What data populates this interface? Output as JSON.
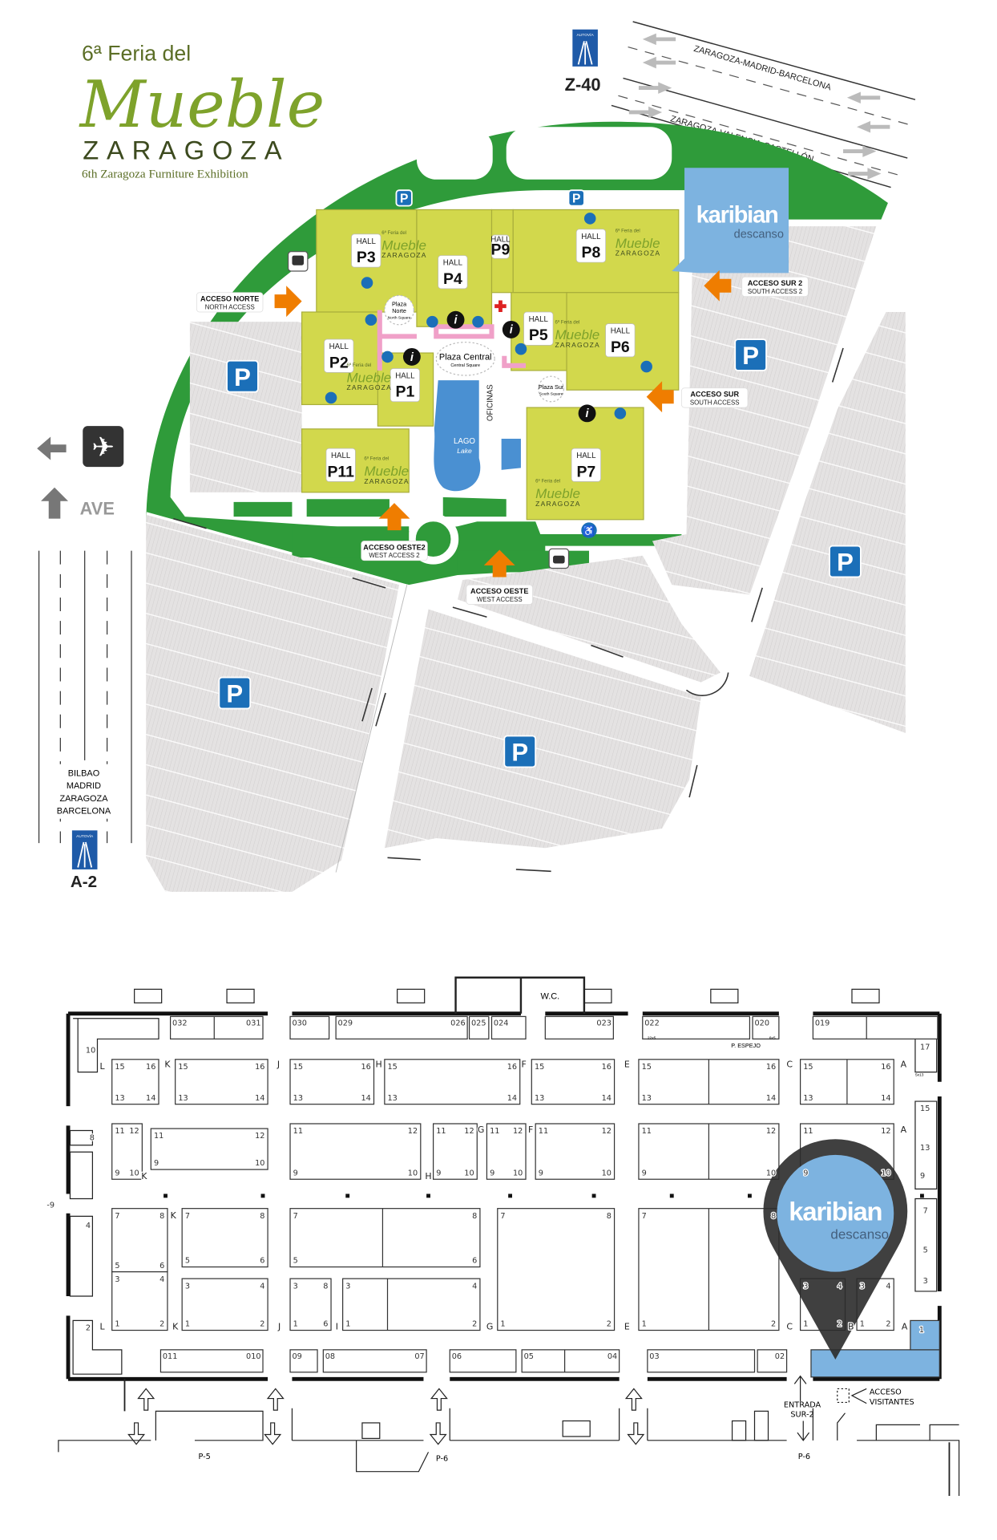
{
  "logo": {
    "line1": "6ª Feria del",
    "script": "Mueble",
    "city": "ZARAGOZA",
    "subtitle": "6th Zaragoza Furniture Exhibition"
  },
  "roads": {
    "z40_badge": "AUTOVÍA",
    "z40": "Z-40",
    "north_carriageway": "ZARAGOZA-MADRID-BARCELONA",
    "south_carriageway": "ZARAGOZA-VALENCIA-CASTELLÓN",
    "a2_destinations": [
      "BILBAO",
      "MADRID",
      "ZARAGOZA",
      "BARCELONA"
    ],
    "a2_badge": "AUTOVÍA",
    "a2": "A-2"
  },
  "transport": {
    "ave": "AVE"
  },
  "parking_label": "P",
  "hall_word": "HALL",
  "halls": [
    "P3",
    "P4",
    "P9",
    "P8",
    "P2",
    "P1",
    "P11",
    "P5",
    "P6",
    "P7"
  ],
  "hall_logo": {
    "line1": "6ª Feria del",
    "script": "Mueble",
    "city": "ZARAGOZA"
  },
  "accesses": [
    {
      "es": "ACCESO NORTE",
      "en": "NORTH ACCESS"
    },
    {
      "es": "ACCESO SUR 2",
      "en": "SOUTH ACCESS 2"
    },
    {
      "es": "ACCESO SUR",
      "en": "SOUTH ACCESS"
    },
    {
      "es": "ACCESO OESTE2",
      "en": "WEST ACCESS 2"
    },
    {
      "es": "ACCESO OESTE",
      "en": "WEST ACCESS"
    }
  ],
  "places": {
    "plaza_norte": [
      "Plaza",
      "Norte",
      "North Square"
    ],
    "plaza_central": [
      "Plaza Central",
      "Central Square"
    ],
    "plaza_sur": [
      "Plaza Sur",
      "South Square"
    ],
    "offices": "OFICINAS",
    "lake": [
      "LAGO",
      "Lake"
    ],
    "info": "i"
  },
  "sponsor": {
    "brand": "karibian",
    "tagline": "descanso",
    "color": "#7db3e0"
  },
  "colors": {
    "hall": "#d2d84c",
    "green": "#2f9b3a",
    "parking": "#1b6fb8",
    "access_arrow": "#ef7d00",
    "lake": "#4a90d2"
  },
  "floorplan": {
    "wc": "W.C.",
    "mirror": "P. ESPEJO",
    "sizes": [
      "22x5",
      "6x5",
      "5x13"
    ],
    "entrance": [
      "ENTRADA",
      "SUR-2"
    ],
    "visitors": [
      "ACCESO",
      "VISITANTES"
    ],
    "parkings": [
      "P-5",
      "P-6",
      "P-6"
    ],
    "aisle_letters": [
      "L",
      "K",
      "J",
      "H",
      "F",
      "E",
      "C",
      "A",
      "G",
      "F",
      "A",
      "K",
      "H",
      "K",
      "L",
      "K",
      "J",
      "I",
      "G",
      "E",
      "C",
      "B",
      "A"
    ],
    "side_numbers": [
      "10",
      "8",
      "4",
      "2",
      "-9",
      "17",
      "15",
      "13",
      "9",
      "7",
      "5",
      "3",
      "1"
    ],
    "blocks": [
      [
        "15",
        "16",
        "13",
        "14"
      ],
      [
        "15",
        "16",
        "13",
        "14"
      ],
      [
        "15",
        "16",
        "13",
        "14"
      ],
      [
        "15",
        "16",
        "13",
        "14"
      ],
      [
        "15",
        "16",
        "13",
        "14"
      ],
      [
        "15",
        "16",
        "13",
        "14"
      ],
      [
        "15",
        "16",
        "13",
        "14"
      ],
      [
        "11",
        "12",
        "9",
        "10"
      ],
      [
        "11",
        "12",
        "9",
        "10"
      ],
      [
        "11",
        "12",
        "9",
        "10"
      ],
      [
        "11",
        "12",
        "9",
        "10"
      ],
      [
        "11",
        "12",
        "9",
        "10"
      ],
      [
        "11",
        "12",
        "9",
        "10"
      ],
      [
        "11",
        "12",
        "9",
        "10"
      ],
      [
        "11",
        "12",
        "9",
        "10"
      ],
      [
        "7",
        "8",
        "5",
        "6"
      ],
      [
        "3",
        "4",
        "1",
        "2"
      ],
      [
        "7",
        "8",
        "5",
        "6"
      ],
      [
        "7",
        "8",
        "5",
        "6"
      ],
      [
        "7",
        "8",
        "1",
        "2"
      ],
      [
        "7",
        "8",
        "1",
        "2"
      ],
      [
        "3",
        "4",
        "1",
        "2"
      ],
      [
        "3",
        "4",
        "1",
        "2"
      ],
      [
        "3",
        "4",
        "1",
        "2"
      ],
      [
        "3",
        "8",
        "1",
        "6"
      ],
      [
        "3",
        "4",
        "1",
        "2"
      ]
    ],
    "booths": [
      [
        "032",
        "031"
      ],
      [
        "030",
        ""
      ],
      [
        "029",
        "026"
      ],
      [
        "025",
        ""
      ],
      [
        "024",
        ""
      ],
      [
        "",
        "023"
      ],
      [
        "022",
        ""
      ],
      [
        "020",
        ""
      ],
      [
        "019",
        ""
      ],
      [
        "011",
        "010"
      ],
      [
        "09",
        ""
      ],
      [
        "08",
        "07"
      ],
      [
        "06",
        ""
      ],
      [
        "05",
        "04"
      ],
      [
        "03",
        ""
      ],
      [
        "",
        "02"
      ]
    ]
  }
}
